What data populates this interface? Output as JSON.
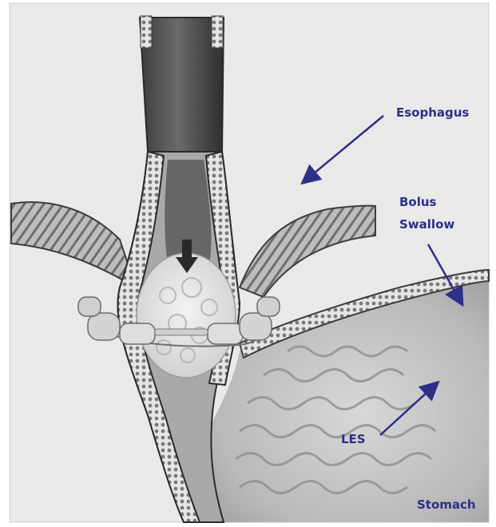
{
  "colors": {
    "background": "#e9e9e9",
    "frame_border": "#cfcfcf",
    "label_color": "#2d2f88",
    "arrow_color": "#2d2f88",
    "tissue_dark": "#4a4a4a",
    "tissue_mid": "#8c8c8c",
    "tissue_light": "#cfcfcf",
    "stomach_fill": "#c4c4c4"
  },
  "labels": {
    "esophagus": "Esophagus",
    "bolus_line1": "Bolus",
    "bolus_line2": "Swallow",
    "les": "LES",
    "stomach": "Stomach"
  },
  "icons": [
    "downward-arrow-icon",
    "pointer-arrow"
  ]
}
